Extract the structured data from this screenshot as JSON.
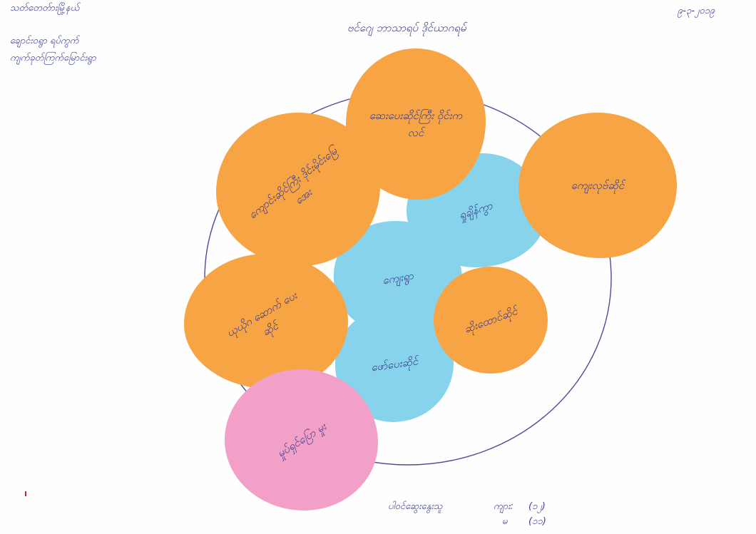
{
  "header": {
    "top_left_line1": "သတ်တေတ်ားမြို့နယ်",
    "top_left_line2": "ချောင်းဝရွာ ရပ်ကွက်",
    "top_left_line3": "ကျက်ခုတ်ကြက်မြောင်းရွာ",
    "title": "ဗင်ဂျေ ဘာသာရပ် ဒိုင်ယာဂရမ်",
    "date": "၉-၃-၂၀၁၉"
  },
  "diagram": {
    "circles": [
      {
        "id": "top-center",
        "label": "ဆေးပေးဆိုင်ကြီး ဝိုင်းကလင်",
        "color": "#f7a445"
      },
      {
        "id": "left-upper",
        "label": "ကျောင်းဆိုင်ကြီး ဒိုင်းမိုင်းမြေအေး",
        "color": "#f7a445"
      },
      {
        "id": "right-big",
        "label": "ကျေးလုဗ်ဆိုင်",
        "color": "#f7a445"
      },
      {
        "id": "left-lower",
        "label": "ယုယိုဂ ဆောက် ပေးဆိုင်",
        "color": "#f7a445"
      },
      {
        "id": "right-small",
        "label": "ဆိုးထောင်ဆိုင်",
        "color": "#f7a445"
      },
      {
        "id": "blue-top",
        "label": "ရှုချိန်ကွာ",
        "color": "#87d3ec"
      },
      {
        "id": "blue-mid",
        "label": "ကျေးရွာ",
        "color": "#87d3ec"
      },
      {
        "id": "blue-bottom",
        "label": "ဖော်ပေးဆိုင်",
        "color": "#87d3ec"
      },
      {
        "id": "pink-bottom",
        "label": "မှုပ်ရှင်ပြော မှုး",
        "color": "#f3a0c8"
      }
    ]
  },
  "footer": {
    "participants_label": "ပါဝင်ဆွေးနွေးသူ",
    "male_label": "ကျား:",
    "male_count": "(၁၂)",
    "female_label": "မ",
    "female_count": "(၁၁)"
  },
  "colors": {
    "ink": "#3a3d9a",
    "orange": "#f7a445",
    "blue": "#87d3ec",
    "pink": "#f3a0c8",
    "ring": "#4a4d98"
  }
}
